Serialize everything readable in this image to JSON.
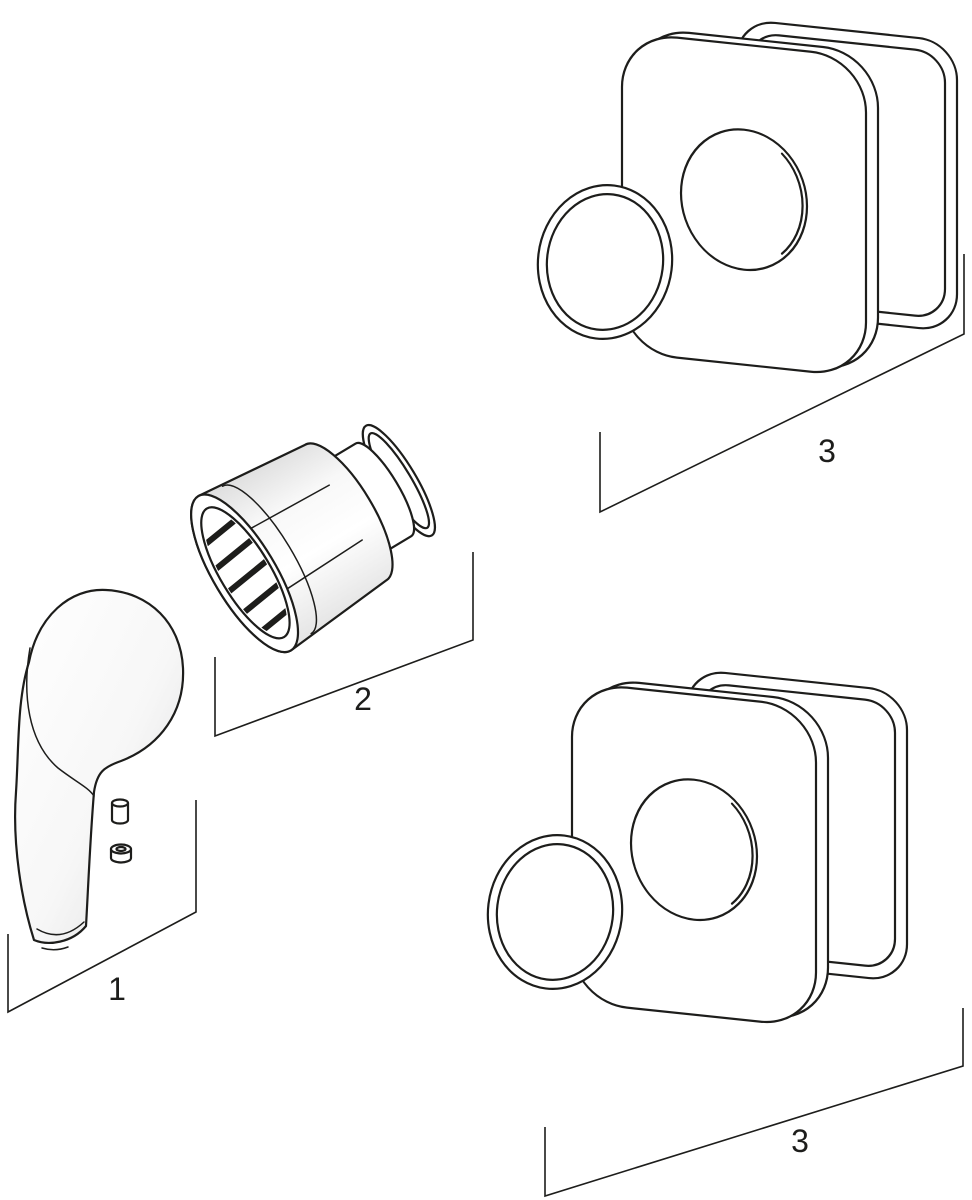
{
  "diagram": {
    "callouts": [
      {
        "label": "1"
      },
      {
        "label": "2"
      },
      {
        "label": "3"
      },
      {
        "label": "3"
      }
    ]
  },
  "colors": {
    "line": "#1d1d1b",
    "background": "#ffffff",
    "shade": "#e0e0e0"
  }
}
